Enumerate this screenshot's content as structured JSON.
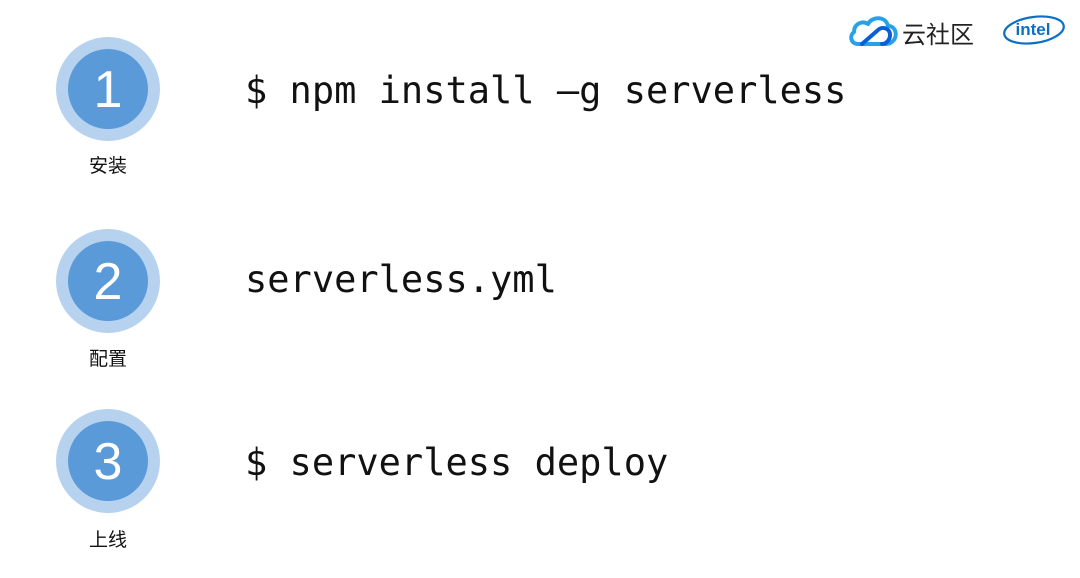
{
  "header": {
    "brand_text": "云社区",
    "cloud_icon": "tencent-cloud-icon",
    "intel_logo_text": "intel",
    "cloud_colors": [
      "#27a2e8",
      "#0a5fd6"
    ],
    "intel_color": "#0b6fc7"
  },
  "steps": [
    {
      "number": "1",
      "label": "安装",
      "command": "$ npm install –g serverless"
    },
    {
      "number": "2",
      "label": "配置",
      "command": "serverless.yml"
    },
    {
      "number": "3",
      "label": "上线",
      "command": "$ serverless deploy"
    }
  ],
  "colors": {
    "circle_outer": "#b6d2ef",
    "circle_inner": "#5a9ad8",
    "text": "#111111"
  }
}
